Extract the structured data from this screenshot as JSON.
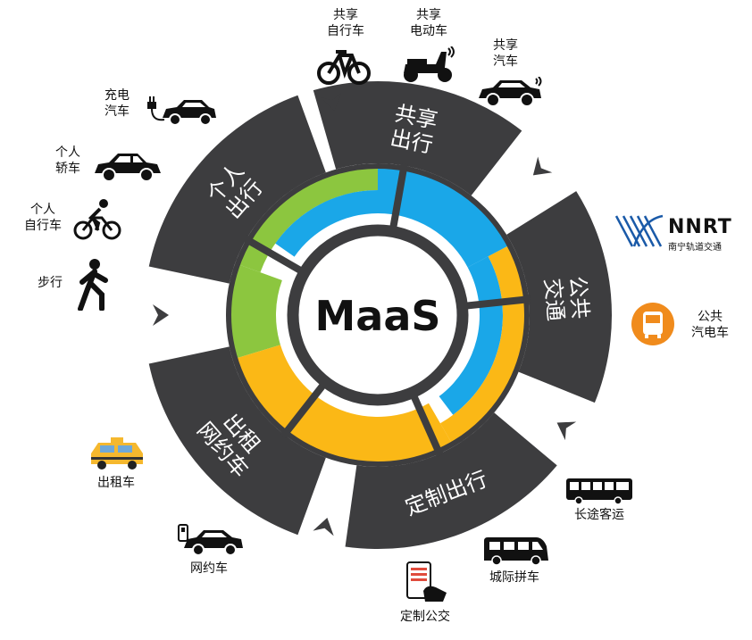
{
  "center": {
    "label": "MaaS"
  },
  "segments": [
    {
      "id": "shared",
      "label_line1": "共享",
      "label_line2": "出行"
    },
    {
      "id": "public",
      "label_line1": "公共",
      "label_line2": "交通"
    },
    {
      "id": "custom",
      "label_line1": "定制出行",
      "label_line2": ""
    },
    {
      "id": "taxi",
      "label_line1": "出租",
      "label_line2": "网约车"
    },
    {
      "id": "personal",
      "label_line1": "个人",
      "label_line2": "出行"
    }
  ],
  "items": {
    "shared_bike": [
      "共享",
      "自行车"
    ],
    "shared_ebike": [
      "共享",
      "电动车"
    ],
    "shared_car": [
      "共享",
      "汽车"
    ],
    "charging_car": [
      "充电",
      "汽车"
    ],
    "private_car": [
      "个人",
      "轿车"
    ],
    "private_bike": [
      "个人",
      "自行车"
    ],
    "walking": [
      "步行"
    ],
    "nnrt_logo_text": "NNRT",
    "nnrt_subtitle": "南宁轨道交通",
    "electric_bus": [
      "公共",
      "汽电车"
    ],
    "long_distance_bus": [
      "长途客运"
    ],
    "intercity_carpool": [
      "城际拼车"
    ],
    "custom_bus": [
      "定制公交"
    ],
    "taxi": [
      "出租车"
    ],
    "ride_hailing": [
      "网约车"
    ]
  },
  "colors": {
    "segment_dark": "#3d3d3f",
    "ring_blue": "#1aa7e8",
    "ring_green": "#8cc63f",
    "ring_yellow": "#fbb816",
    "accent_orange": "#f08b1c",
    "nnrt_blue": "#1a5aa8"
  }
}
